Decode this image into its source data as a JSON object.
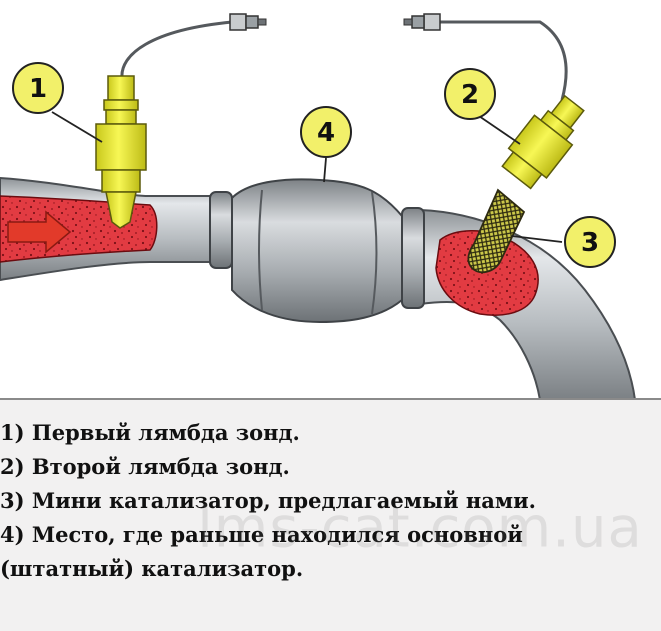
{
  "callouts": [
    {
      "number": "1"
    },
    {
      "number": "2"
    },
    {
      "number": "3"
    },
    {
      "number": "4"
    }
  ],
  "legend": [
    {
      "text": "1) Первый лямбда зонд."
    },
    {
      "text": "2) Второй лямбда зонд."
    },
    {
      "text": "3) Мини катализатор, предлагаемый нами."
    },
    {
      "text": "4) Место, где раньше находился основной"
    },
    {
      "text": "(штатный) катализатор."
    }
  ],
  "watermark": "lms-cat.com.ua",
  "colors": {
    "callout_fill": "#f2f06a",
    "sensor_yellow": "#eeee2e",
    "exhaust_red": "#e8323c",
    "pipe_gray": "#b9bec2",
    "arrow_red": "#e23a2a"
  }
}
